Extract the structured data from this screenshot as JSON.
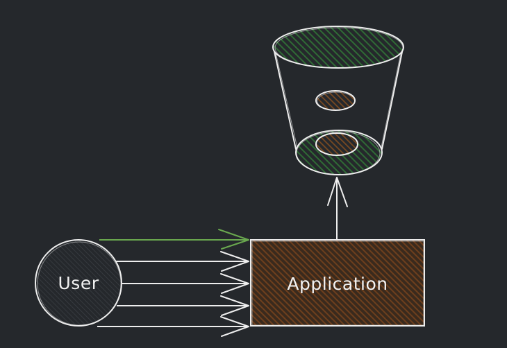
{
  "nodes": {
    "user": {
      "label": "User"
    },
    "application": {
      "label": "Application"
    }
  },
  "colors": {
    "background": "#25282c",
    "stroke": "#eeeeee",
    "bucket_fill": "#2f6b35",
    "token_fill": "#7a4a21",
    "application_fill": "#6e3f1d",
    "highlight_arrow": "#6aa84f"
  },
  "edges": [
    {
      "from": "user",
      "to": "application",
      "kind": "highlighted"
    },
    {
      "from": "user",
      "to": "application",
      "kind": "request"
    },
    {
      "from": "user",
      "to": "application",
      "kind": "request"
    },
    {
      "from": "user",
      "to": "application",
      "kind": "request"
    },
    {
      "from": "user",
      "to": "application",
      "kind": "request"
    },
    {
      "from": "application",
      "to": "bucket",
      "kind": "flow"
    }
  ]
}
